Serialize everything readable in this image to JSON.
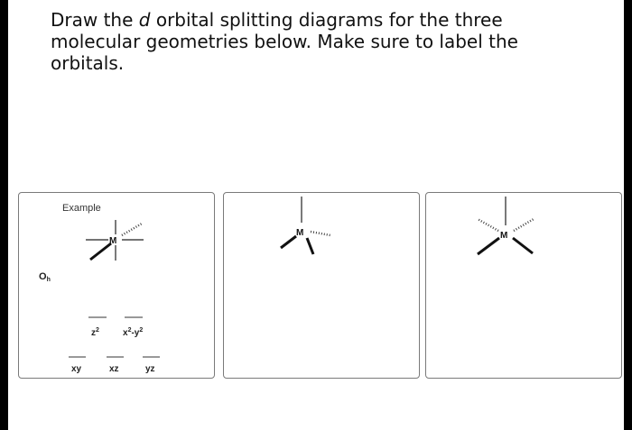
{
  "question": {
    "before_italic": "Draw the ",
    "italic_letter": "d",
    "after_italic": " orbital splitting diagrams for the three molecular geometries below. Make sure to label the orbitals."
  },
  "panels": [
    {
      "title": "Example",
      "metal_label": "M",
      "point_group": "O",
      "point_group_subscript": "h",
      "upper_orbitals": [
        {
          "base": "z",
          "sup": "2"
        },
        {
          "base": "x",
          "sup1": "2",
          "mid": "-y",
          "sup2": "2"
        }
      ],
      "lower_orbitals": [
        "xy",
        "xz",
        "yz"
      ]
    },
    {
      "metal_label": "M"
    },
    {
      "metal_label": "M"
    }
  ]
}
